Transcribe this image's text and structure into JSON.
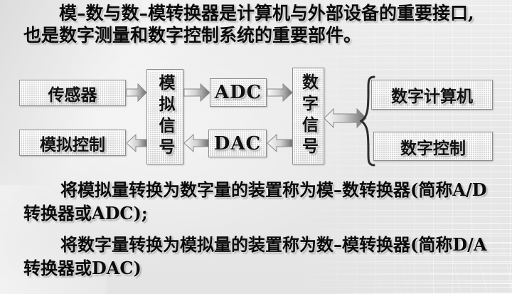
{
  "slide": {
    "paragraphs": {
      "intro": "模–数与数–模转换器是计算机与外部设备的重要接口, 也是数字测量和数字控制系统的重要部件。",
      "adc_note": "将模拟量转换为数字量的装置称为模–数转换器(简称A/D转换器或ADC);",
      "dac_note": "将数字量转换为模拟量的装置称为数–模转换器(简称D/A转换器或DAC)"
    },
    "diagram": {
      "blocks": [
        {
          "id": "sensor",
          "label": "传感器"
        },
        {
          "id": "analog_signal",
          "label": "模拟信号"
        },
        {
          "id": "adc",
          "label": "ADC"
        },
        {
          "id": "digital_signal",
          "label": "数字信号"
        },
        {
          "id": "digital_computer",
          "label": "数字计算机"
        },
        {
          "id": "digital_control",
          "label": "数字控制"
        },
        {
          "id": "dac",
          "label": "DAC"
        },
        {
          "id": "analog_control",
          "label": "模拟控制"
        }
      ],
      "connectors": [
        {
          "id": "sensor-to-analog",
          "direction": "right"
        },
        {
          "id": "analog-to-adc",
          "direction": "right"
        },
        {
          "id": "adc-to-digital",
          "direction": "right"
        },
        {
          "id": "digital-to-brace",
          "direction": "both"
        },
        {
          "id": "digital-to-dac",
          "direction": "left"
        },
        {
          "id": "dac-to-analog",
          "direction": "left"
        },
        {
          "id": "analog-to-analogcontrol",
          "direction": "left"
        }
      ],
      "brace": "}"
    },
    "colors": {
      "background": "#e9e9e9",
      "box_fill": "#dcdcdc",
      "box_border": "#8d8d8d",
      "text": "#111111",
      "arrow_light": "#f2f2f2",
      "arrow_dark": "#6e6e6e"
    }
  }
}
